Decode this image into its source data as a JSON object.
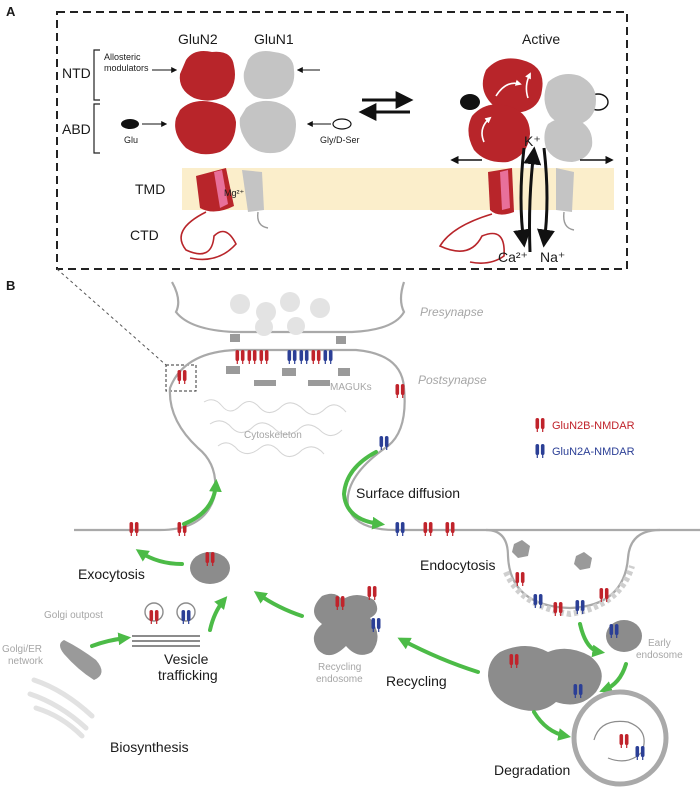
{
  "panel_a": {
    "label": "A",
    "subunit_left": "GluN2",
    "subunit_right": "GluN1",
    "domains": {
      "ntd": "NTD",
      "abd": "ABD",
      "tmd": "TMD",
      "ctd": "CTD"
    },
    "allosteric_line1": "Allosteric",
    "allosteric_line2": "modulators",
    "glu": "Glu",
    "gly": "Gly/D-Ser",
    "mg": "Mg²⁺",
    "active": "Active",
    "k_ion": "K⁺",
    "ca_ion": "Ca²⁺",
    "na_ion": "Na⁺"
  },
  "panel_b": {
    "label": "B",
    "presynapse": "Presynapse",
    "postsynapse": "Postsynapse",
    "maguks": "MAGUKs",
    "cytoskeleton": "Cytoskeleton",
    "legend": {
      "glun2b": "GluN2B-NMDAR",
      "glun2a": "GluN2A-NMDAR"
    },
    "surface_diffusion": "Surface diffusion",
    "exocytosis": "Exocytosis",
    "endocytosis": "Endocytosis",
    "golgi_outpost": "Golgi outpost",
    "golgi_er_line1": "Golgi/ER",
    "golgi_er_line2": "network",
    "vesicle_line1": "Vesicle",
    "vesicle_line2": "trafficking",
    "recycling_endosome_line1": "Recycling",
    "recycling_endosome_line2": "endosome",
    "recycling": "Recycling",
    "early_endosome_line1": "Early",
    "early_endosome_line2": "endosome",
    "biosynthesis": "Biosynthesis",
    "degradation": "Degradation"
  },
  "colors": {
    "glun2b": "#c0232b",
    "glun2a": "#2b3f96",
    "glun1": "#bdbdbd",
    "tmd_band": "#fbeecb",
    "arrow_green": "#4cbb47",
    "organelle": "#8c8c8c"
  },
  "icons": [
    "receptor-red-icon",
    "receptor-blue-icon",
    "arrow-right-icon",
    "equilibrium-arrows-icon"
  ]
}
